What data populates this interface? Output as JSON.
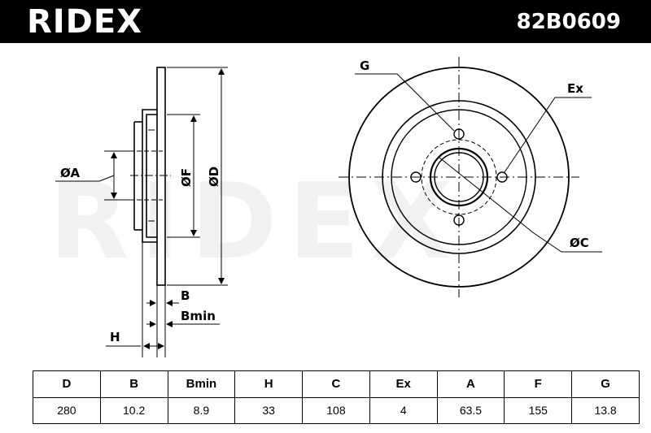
{
  "header": {
    "brand": "RIDEX",
    "part_number": "82B0609"
  },
  "watermark": "RIDEX",
  "diagram": {
    "side_labels": {
      "dia_a": "ØA",
      "dia_f": "ØF",
      "dia_d": "ØD",
      "thickness_b": "B",
      "min_thickness": "Bmin",
      "height_h": "H"
    },
    "front_labels": {
      "g": "G",
      "ex": "Ex",
      "dia_c": "ØC"
    }
  },
  "specs": {
    "headers": [
      "D",
      "B",
      "Bmin",
      "H",
      "C",
      "Ex",
      "A",
      "F",
      "G"
    ],
    "values": [
      "280",
      "10.2",
      "8.9",
      "33",
      "108",
      "4",
      "63.5",
      "155",
      "13.8"
    ]
  }
}
